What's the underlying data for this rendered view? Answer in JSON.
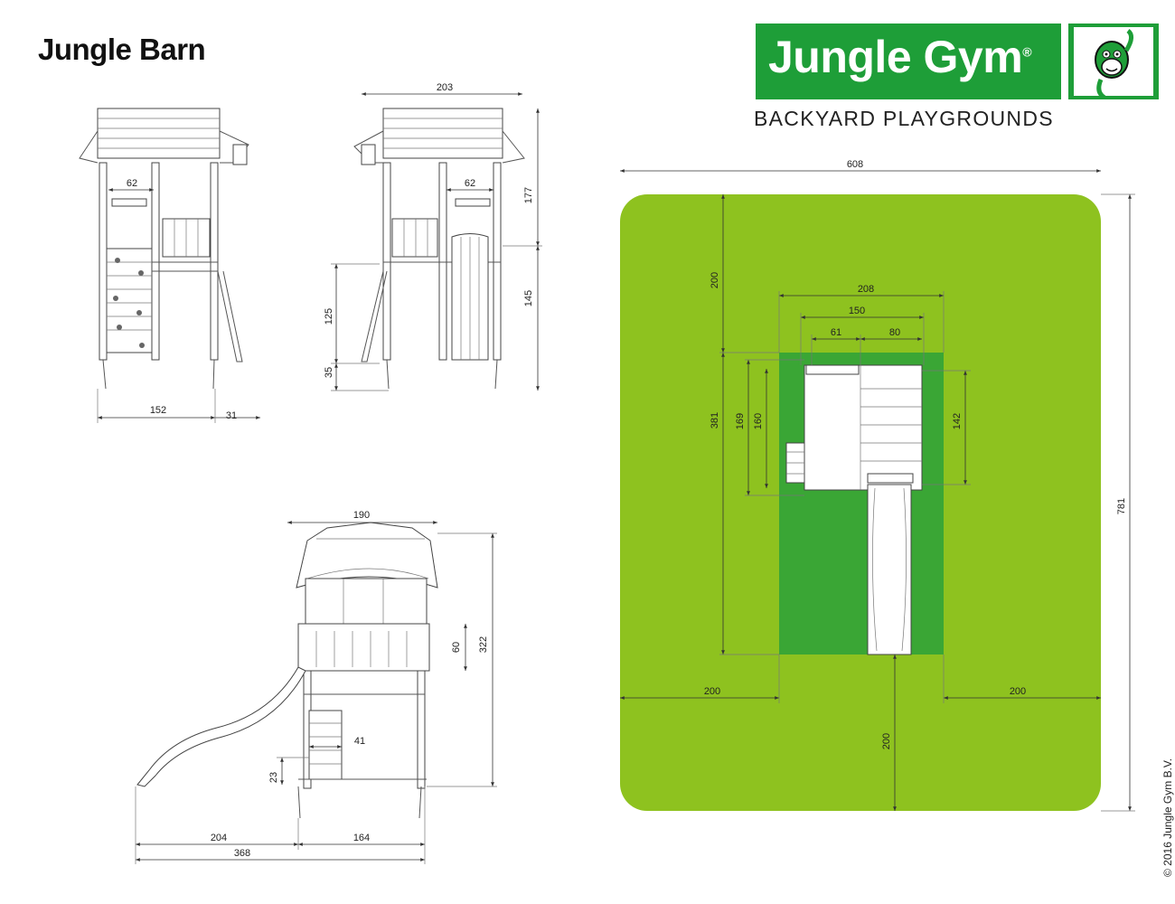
{
  "title": "Jungle Barn",
  "brand": {
    "name": "Jungle Gym",
    "tagline": "BACKYARD PLAYGROUNDS",
    "registered_mark": "®",
    "mascot_icon": "monkey-mascot-icon",
    "color_green": "#1e9e38"
  },
  "copyright": "© 2016  Jungle Gym  B.V.",
  "colors": {
    "safety_area": "#8ec21f",
    "footprint": "#3aa635"
  },
  "dimensions": {
    "front": {
      "roof_window": "62",
      "width": "152",
      "leg": "31"
    },
    "side": {
      "width": "203",
      "roof_window": "62",
      "upper_height": "177",
      "lower_height": "145",
      "deck_height": "125",
      "ground": "35"
    },
    "rear": {
      "width": "190",
      "rail_height": "60",
      "total_height": "322",
      "ladder_width": "41",
      "step": "23",
      "slide_length": "204",
      "base": "164",
      "total_length": "368"
    },
    "plan": {
      "total_width": "608",
      "total_depth": "781",
      "clear_top": "200",
      "clear_left": "200",
      "clear_right": "200",
      "clear_bottom": "200",
      "frame_width": "208",
      "platform": "150",
      "left_part": "61",
      "right_part": "80",
      "depth_outer": "381",
      "depth_a": "169",
      "depth_b": "160",
      "depth_right": "142"
    }
  }
}
